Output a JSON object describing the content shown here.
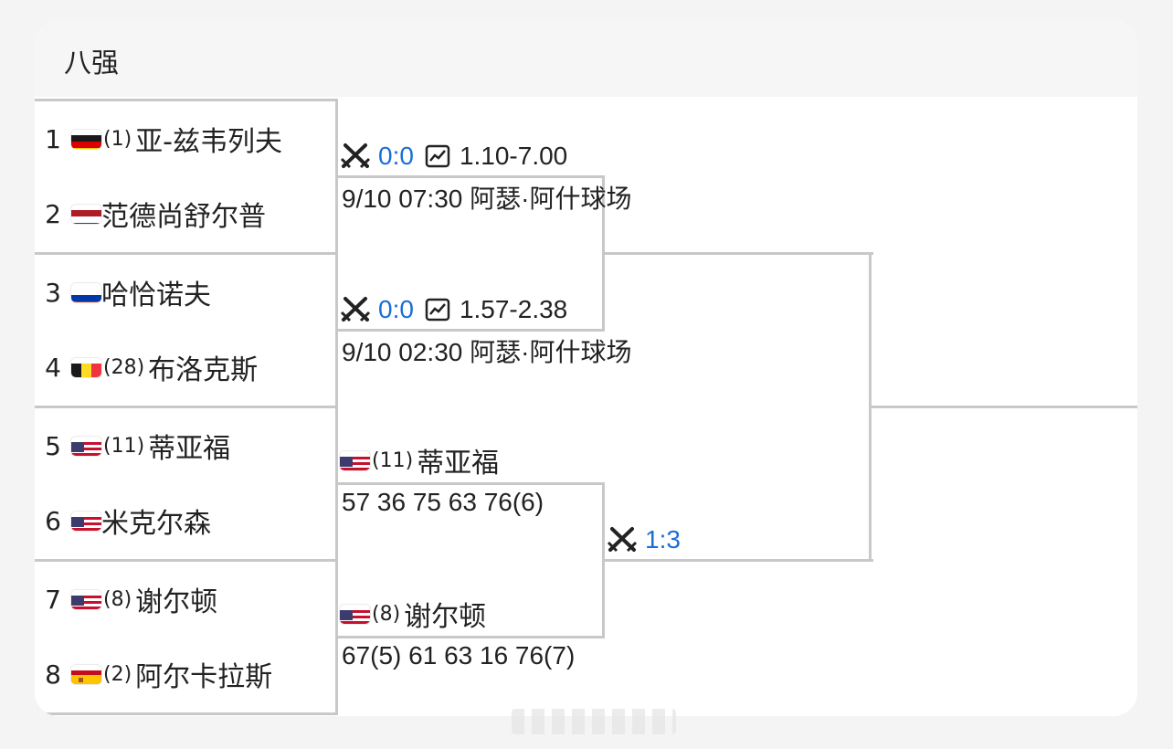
{
  "header": {
    "title": "八强"
  },
  "players": [
    {
      "num": "1",
      "flag": "germany",
      "seed": "(1)",
      "name": "亚-兹韦列夫"
    },
    {
      "num": "2",
      "flag": "netherlands",
      "seed": "",
      "name": "范德尚舒尔普"
    },
    {
      "num": "3",
      "flag": "russia",
      "seed": "",
      "name": "哈恰诺夫"
    },
    {
      "num": "4",
      "flag": "belgium",
      "seed": "(28)",
      "name": "布洛克斯"
    },
    {
      "num": "5",
      "flag": "usa",
      "seed": "(11)",
      "name": "蒂亚福"
    },
    {
      "num": "6",
      "flag": "usa",
      "seed": "",
      "name": "米克尔森"
    },
    {
      "num": "7",
      "flag": "usa",
      "seed": "(8)",
      "name": "谢尔顿"
    },
    {
      "num": "8",
      "flag": "spain",
      "seed": "(2)",
      "name": "阿尔卡拉斯"
    }
  ],
  "matches": [
    {
      "score": "0:0",
      "odds": "1.10-7.00",
      "schedule": "9/10 07:30 阿瑟·阿什球场"
    },
    {
      "score": "0:0",
      "odds": "1.57-2.38",
      "schedule": "9/10 02:30 阿瑟·阿什球场"
    },
    {
      "winner_flag": "usa",
      "winner_seed": "(11)",
      "winner_name": "蒂亚福",
      "set_scores": "57 36 75 63 76(6)"
    },
    {
      "winner_flag": "usa",
      "winner_seed": "(8)",
      "winner_name": "谢尔顿",
      "set_scores": "67(5) 61 63 16 76(7)"
    }
  ],
  "semifinal": {
    "score": "1:3"
  },
  "icons": {
    "match": "crossed-swords-icon",
    "odds": "trend-chart-icon"
  },
  "colors": {
    "score_blue": "#1a6fd6",
    "line_gray": "#c8c8c8"
  }
}
